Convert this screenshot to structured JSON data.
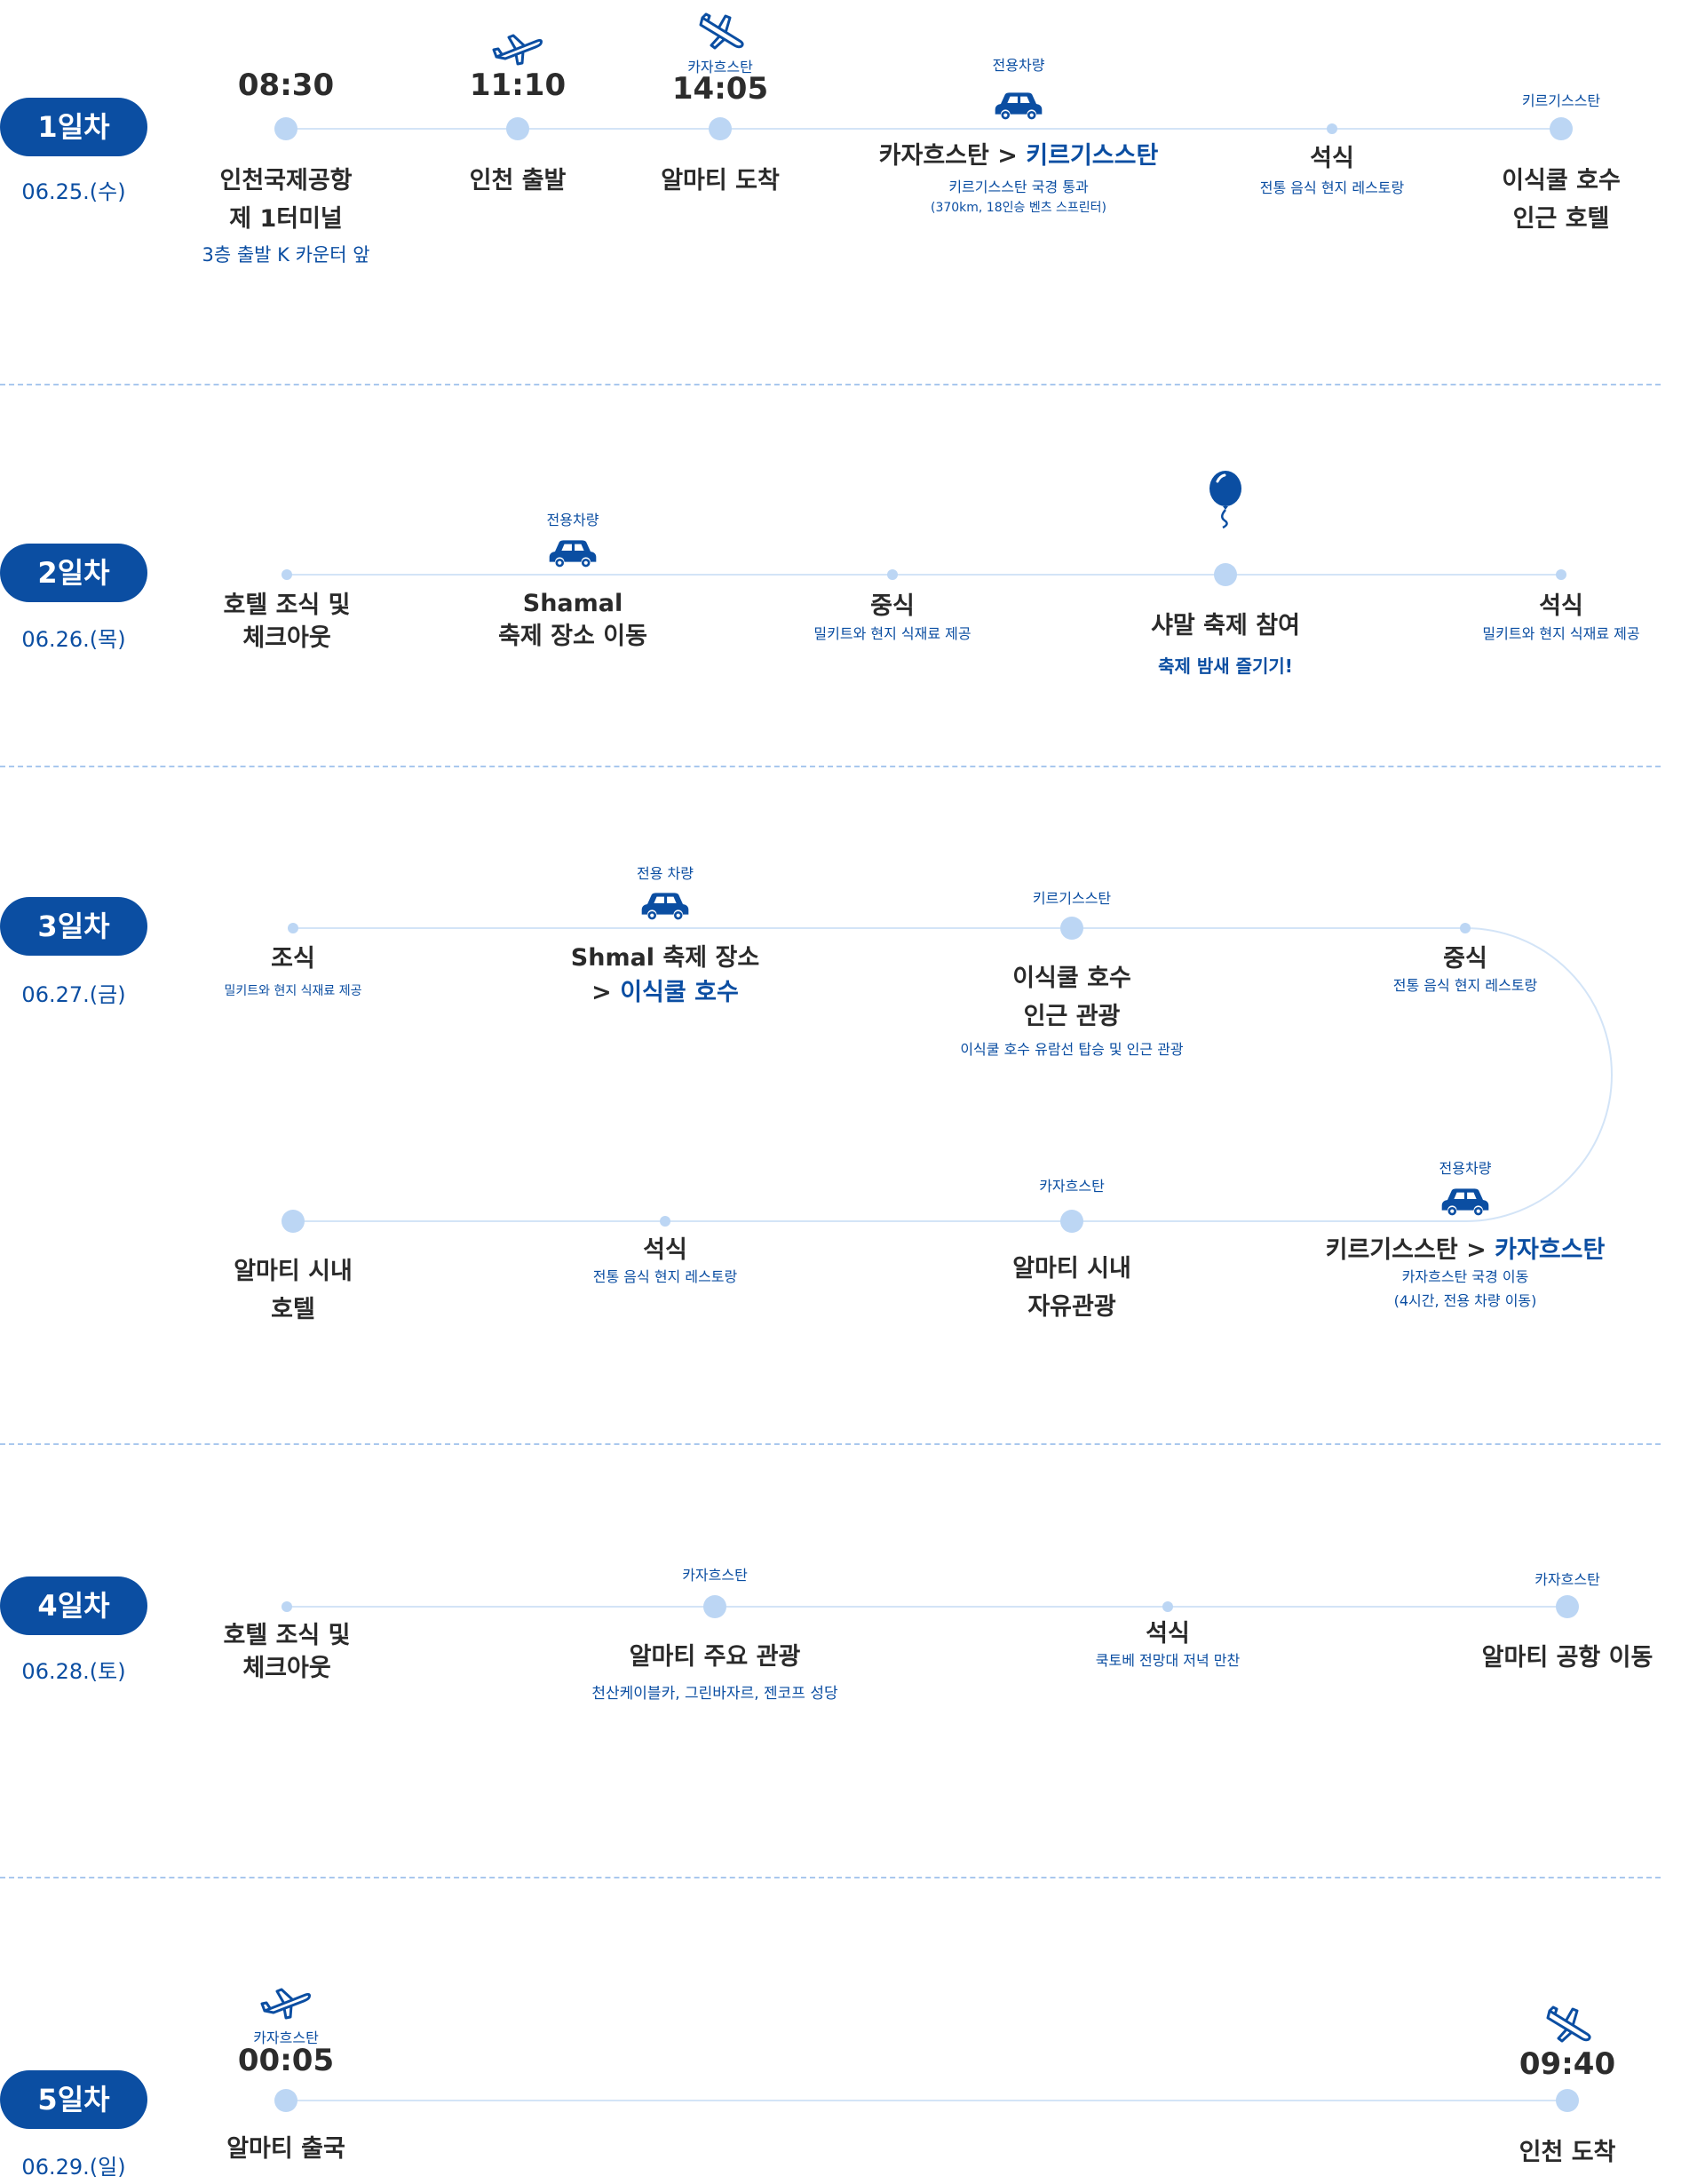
{
  "days": [
    {
      "badge": "1일차",
      "date": "06.25.(수)",
      "events": [
        {
          "time": "08:30",
          "title1": "인천국제공항",
          "title2": "제 1터미널",
          "sub": "3층 출발 K 카운터 앞"
        },
        {
          "time": "11:10",
          "title": "인천 출발",
          "icon": "airplane-takeoff-icon"
        },
        {
          "label": "카자흐스탄",
          "time": "14:05",
          "title": "알마티 도착",
          "icon": "airplane-landing-icon"
        },
        {
          "label": "전용차량",
          "title_a": "카자흐스탄 > ",
          "title_b": "키르기스스탄",
          "sub1": "키르기스스탄 국경 통과",
          "sub2": "(370km, 18인승 벤츠 스프린터)",
          "icon": "car-icon"
        },
        {
          "title": "석식",
          "sub": "전통 음식 현지 레스토랑"
        },
        {
          "label": "키르기스스탄",
          "title1": "이식쿨 호수",
          "title2": "인근 호텔"
        }
      ]
    },
    {
      "badge": "2일차",
      "date": "06.26.(목)",
      "events": [
        {
          "title1": "호텔 조식 및",
          "title2": "체크아웃"
        },
        {
          "label": "전용차량",
          "title1": "Shamal",
          "title2": "축제 장소 이동",
          "icon": "car-icon"
        },
        {
          "title": "중식",
          "sub": "밀키트와 현지 식재료 제공"
        },
        {
          "title": "샤말 축제 참여",
          "sub": "축제 밤새 즐기기!",
          "icon": "balloon-icon"
        },
        {
          "title": "석식",
          "sub": "밀키트와 현지 식재료 제공"
        }
      ]
    },
    {
      "badge": "3일차",
      "date": "06.27.(금)",
      "events": [
        {
          "title": "조식",
          "sub": "밀키트와 현지 식재료 제공"
        },
        {
          "label": "전용 차량",
          "title1": "Shmal 축제 장소",
          "title2_a": "> ",
          "title2_b": "이식쿨 호수",
          "icon": "car-icon"
        },
        {
          "label": "키르기스스탄",
          "title1": "이식쿨 호수",
          "title2": "인근 관광",
          "sub": "이식쿨 호수 유람선 탑승 및 인근 관광"
        },
        {
          "title": "중식",
          "sub": "전통 음식 현지 레스토랑"
        },
        {
          "title1": "알마티 시내",
          "title2": "호텔"
        },
        {
          "title": "석식",
          "sub": "전통 음식 현지 레스토랑"
        },
        {
          "label": "카자흐스탄",
          "title1": "알마티 시내",
          "title2": "자유관광"
        },
        {
          "label": "전용차량",
          "title_a": "키르기스스탄 > ",
          "title_b": "카자흐스탄",
          "sub1": "카자흐스탄 국경 이동",
          "sub2": "(4시간, 전용 차량 이동)",
          "icon": "car-icon"
        }
      ]
    },
    {
      "badge": "4일차",
      "date": "06.28.(토)",
      "events": [
        {
          "title1": "호텔 조식 및",
          "title2": "체크아웃"
        },
        {
          "label": "카자흐스탄",
          "title": "알마티 주요 관광",
          "sub": "천산케이블카, 그린바자르, 젠코프 성당"
        },
        {
          "title": "석식",
          "sub": "쿡토베 전망대 저녁 만찬"
        },
        {
          "label": "카자흐스탄",
          "title": "알마티 공항 이동"
        }
      ]
    },
    {
      "badge": "5일차",
      "date": "06.29.(일)",
      "events": [
        {
          "label": "카자흐스탄",
          "time": "00:05",
          "title": "알마티 출국",
          "icon": "airplane-takeoff-icon"
        },
        {
          "time": "09:40",
          "title": "인천 도착",
          "icon": "airplane-landing-icon"
        }
      ]
    }
  ],
  "colors": {
    "accent": "#0b4ea2",
    "line": "#d3e4f7",
    "dot": "#bcd6f4",
    "separator": "#a9c8ee"
  }
}
